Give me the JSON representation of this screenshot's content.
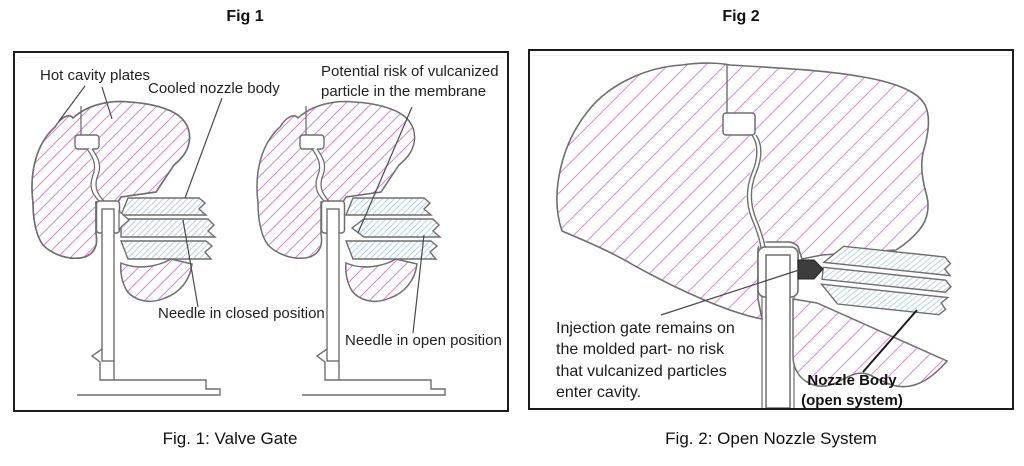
{
  "figures": [
    {
      "id": "fig1",
      "title": "Fig 1",
      "caption": "Fig. 1: Valve Gate",
      "labels": {
        "hot_cavity_plates": "Hot cavity plates",
        "cooled_nozzle_body": "Cooled nozzle body",
        "potential_risk": "Potential risk of vulcanized\nparticle in the membrane",
        "needle_closed": "Needle in closed position",
        "needle_open": "Needle in open position"
      }
    },
    {
      "id": "fig2",
      "title": "Fig 2",
      "caption": "Fig. 2: Open Nozzle System",
      "labels": {
        "injection_gate": "Injection gate remains on\nthe molded part- no risk\nthat vulcanized particles\nenter cavity.",
        "nozzle_body": "Nozzle Body\n(open system)"
      }
    }
  ],
  "colors": {
    "cavity_plate_hatch_pink": "#d883d8",
    "nozzle_hatch_blue": "#b7d2e0",
    "outline_gray": "#6e6e6e",
    "panel_border": "#1c1c1c",
    "gate_fill_dark": "#3d3d3d",
    "text": "#1f1f1f"
  }
}
